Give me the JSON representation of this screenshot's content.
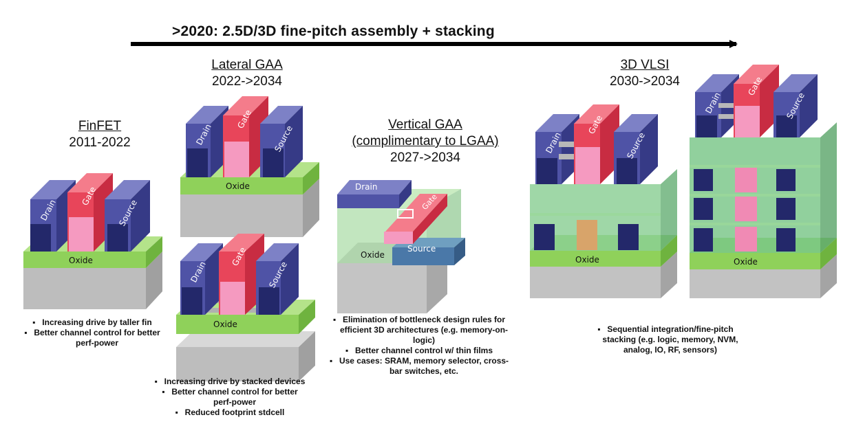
{
  "banner": ">2020: 2.5D/3D fine-pitch assembly + stacking",
  "technologies": [
    {
      "name": "FinFET",
      "years": "2011-2022",
      "bullets": [
        "Increasing drive by taller fin",
        "Better channel control for better perf-power"
      ]
    },
    {
      "name": "Lateral GAA",
      "years": "2022->2034",
      "bullets": [
        "Increasing drive by stacked devices",
        "Better channel control for better perf-power",
        "Reduced footprint stdcell"
      ]
    },
    {
      "name": "Vertical GAA",
      "name2": "(complimentary to LGAA)",
      "years": "2027->2034",
      "bullets": [
        "Elimination of bottleneck design rules for efficient 3D architectures (e.g. memory-on-logic)",
        "Better channel control w/ thin films",
        "Use cases: SRAM, memory selector, cross-bar switches, etc."
      ]
    },
    {
      "name": "3D VLSI",
      "years": "2030->2034",
      "bullets": [
        "Sequential integration/fine-pitch stacking (e.g. logic, memory, NVM, analog, IO, RF, sensors)"
      ]
    }
  ],
  "labels": {
    "drain": "Drain",
    "gate": "Gate",
    "source": "Source",
    "oxide": "Oxide"
  },
  "colors": {
    "drain_source": "#4f53a6",
    "drain_source_dark": "#23286a",
    "gate": "#e8455a",
    "gate_pink": "#f59ac0",
    "oxide": "#8fd15a",
    "substrate": "#c9c9c9",
    "channel": "#a8a8a8",
    "stack_layer": "#6cc07c"
  }
}
